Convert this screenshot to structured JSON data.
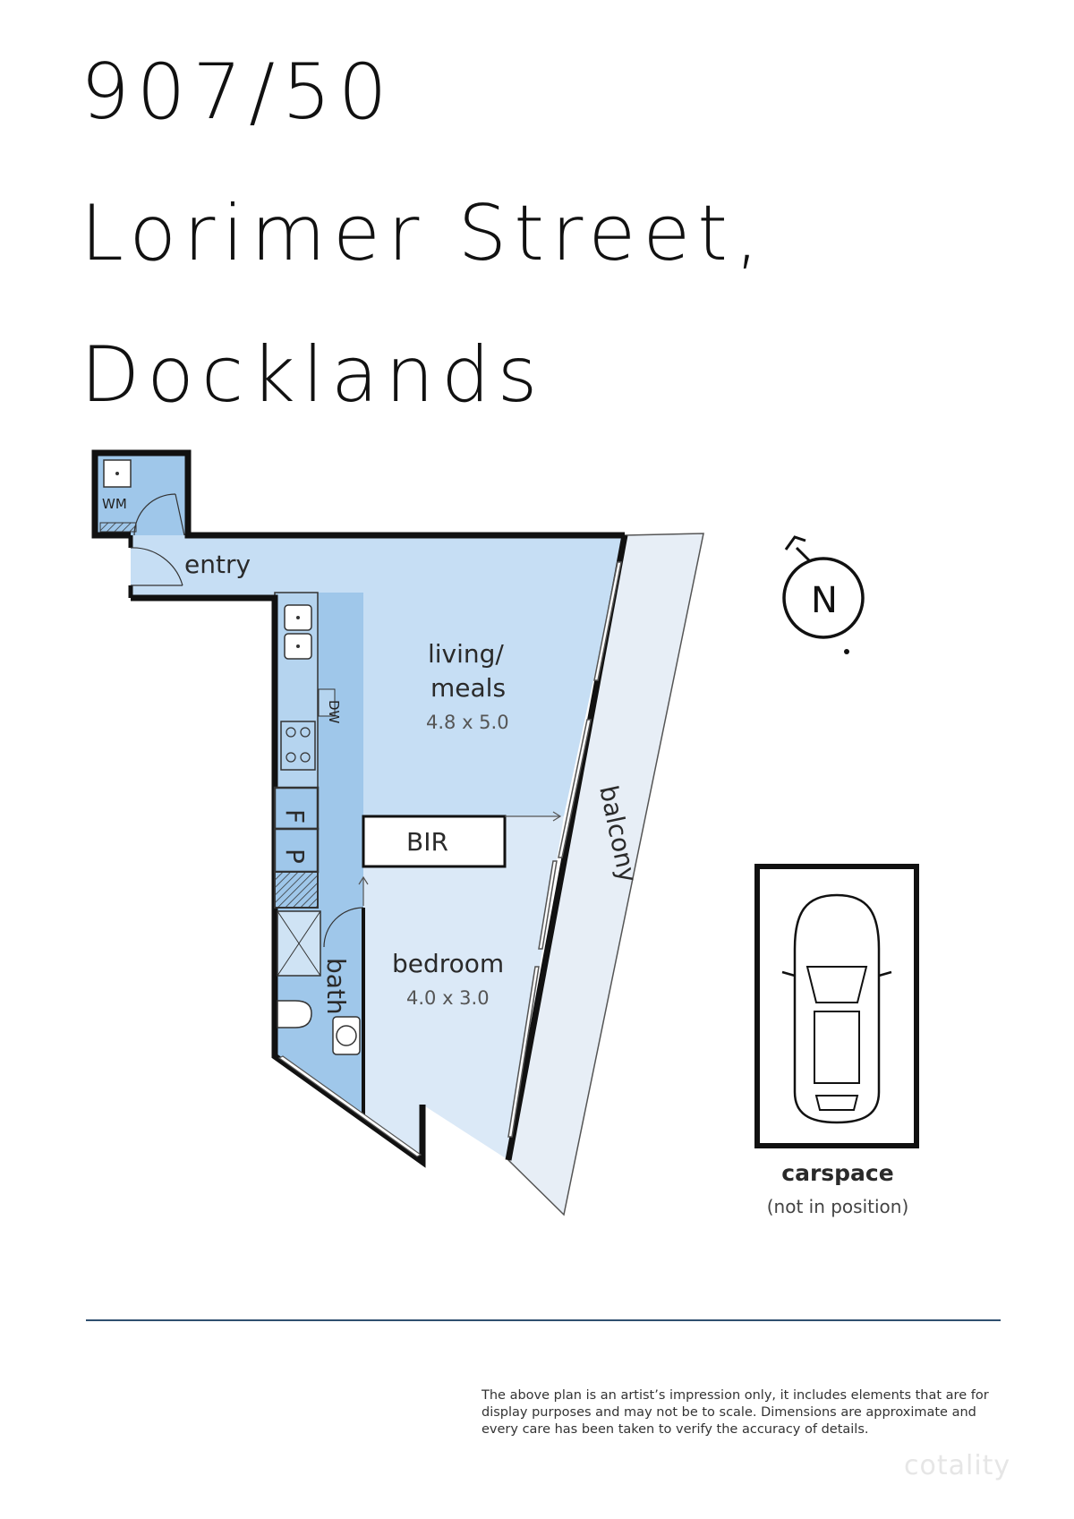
{
  "header": {
    "line1": "907/50",
    "line2": "Lorimer Street,",
    "line3": "Docklands"
  },
  "rooms": {
    "entry": "entry",
    "living_line1": "living/",
    "living_line2": "meals",
    "living_dim": "4.8 x 5.0",
    "bedroom": "bedroom",
    "bedroom_dim": "4.0 x 3.0",
    "bir": "BIR",
    "bath": "bath",
    "balcony": "balcony",
    "wm": "WM",
    "dw": "DW",
    "fridge": "F",
    "pantry": "P"
  },
  "compass": {
    "letter": "N"
  },
  "carspace": {
    "label": "carspace",
    "note": "(not in position)"
  },
  "disclaimer": "The above plan is an artist’s impression only, it includes elements that are for display purposes and may not be to scale. Dimensions are approximate and every care has been taken to verify the accuracy of details.",
  "watermark": "cotality",
  "colors": {
    "room_fill": "#c6def4",
    "wet_fill": "#9fc7ea",
    "bedroom_fill": "#dbe9f7",
    "balcony_fill": "#e7eef6",
    "wall": "#111111"
  }
}
